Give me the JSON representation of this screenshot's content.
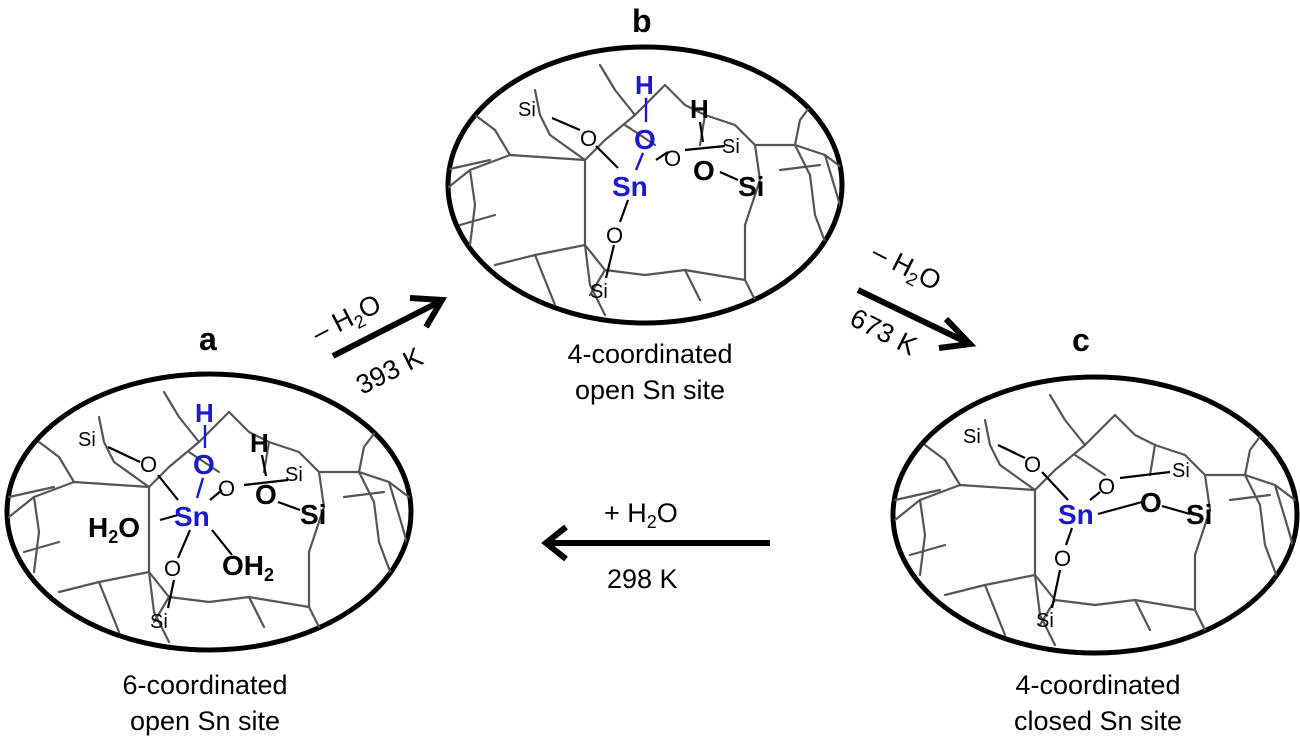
{
  "panels": {
    "a": {
      "letter": "a",
      "caption_line1": "6-coordinated",
      "caption_line2": "open Sn site",
      "atoms": {
        "sn": "Sn",
        "o_blue": "O",
        "h_blue": "H",
        "h_black": "H",
        "o_black": "O",
        "si": "Si",
        "o": "O",
        "h2o_left": "H",
        "h2o_left_sub": "2",
        "h2o_left_o": "O",
        "oh2_o": "OH",
        "oh2_sub": "2"
      }
    },
    "b": {
      "letter": "b",
      "caption_line1": "4-coordinated",
      "caption_line2": "open Sn site",
      "atoms": {
        "sn": "Sn",
        "o_blue": "O",
        "h_blue": "H",
        "h_black": "H",
        "o_black": "O",
        "si": "Si",
        "o": "O"
      }
    },
    "c": {
      "letter": "c",
      "caption_line1": "4-coordinated",
      "caption_line2": "closed Sn site",
      "atoms": {
        "sn": "Sn",
        "o_black": "O",
        "si": "Si",
        "o": "O"
      }
    }
  },
  "arrows": {
    "a_to_b": {
      "top_prefix": "– H",
      "top_sub": "2",
      "top_suffix": "O",
      "bottom": "393 K"
    },
    "b_to_c": {
      "top_prefix": "– H",
      "top_sub": "2",
      "top_suffix": "O",
      "bottom": "673 K"
    },
    "c_to_a": {
      "top_prefix": "+ H",
      "top_sub": "2",
      "top_suffix": "O",
      "bottom": "298 K"
    }
  },
  "colors": {
    "sn_blue": "#1a1acc",
    "frame": "#555555",
    "ink": "#000000"
  }
}
